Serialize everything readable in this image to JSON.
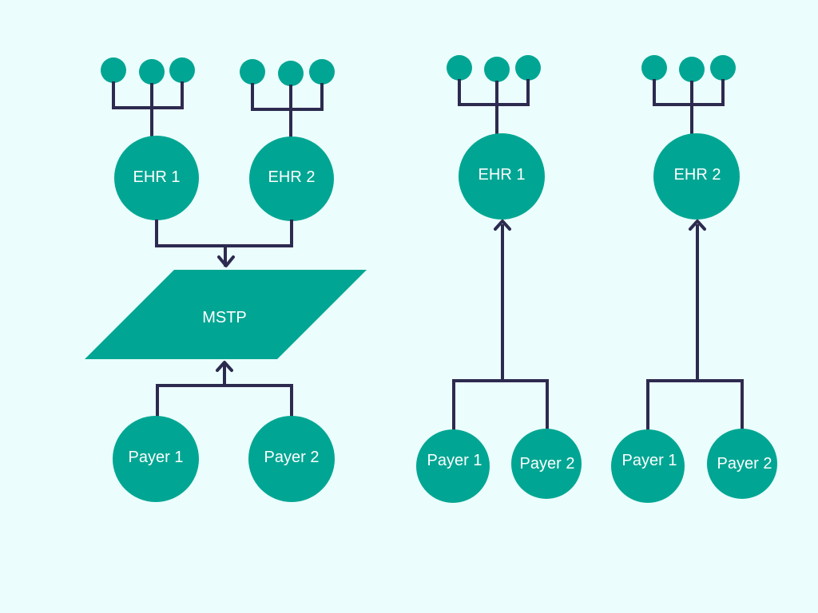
{
  "nodes": {
    "left_ehr1": "EHR 1",
    "left_ehr2": "EHR 2",
    "mstp": "MSTP",
    "left_payer1": "Payer 1",
    "left_payer2": "Payer 2",
    "mid_ehr": "EHR 1",
    "mid_payer1": "Payer 1",
    "mid_payer2": "Payer 2",
    "right_ehr": "EHR 2",
    "right_payer1": "Payer 1",
    "right_payer2": "Payer 2"
  },
  "colors": {
    "background": "#ebfdfd",
    "node": "#00a693",
    "connector": "#2d2a4f",
    "label": "#ffffff"
  }
}
